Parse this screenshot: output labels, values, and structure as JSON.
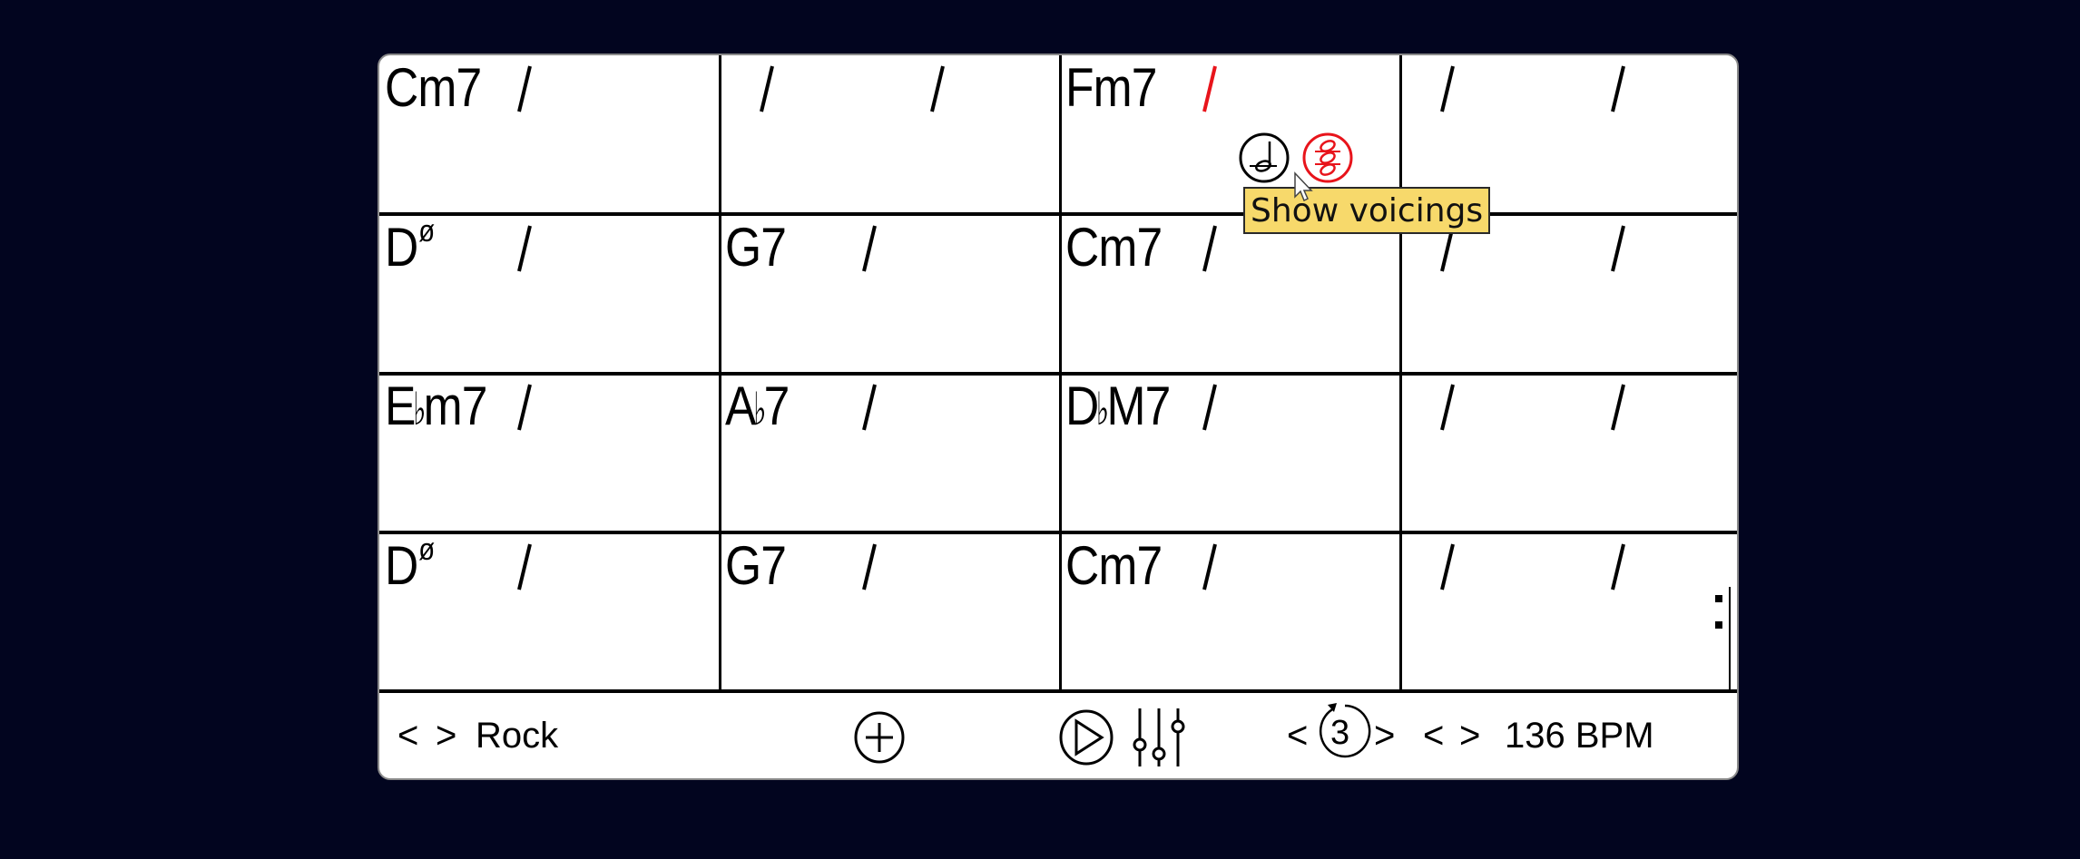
{
  "chart": {
    "rows": [
      {
        "bars": [
          {
            "beats": [
              {
                "type": "chord",
                "root": "C",
                "accidental": "",
                "quality": "m7"
              },
              {
                "type": "slash"
              }
            ]
          },
          {
            "beats": [
              {
                "type": "slash"
              },
              {
                "type": "slash"
              }
            ]
          },
          {
            "beats": [
              {
                "type": "chord",
                "root": "F",
                "accidental": "",
                "quality": "m7"
              },
              {
                "type": "slash",
                "highlighted": true
              }
            ]
          },
          {
            "beats": [
              {
                "type": "slash"
              },
              {
                "type": "slash"
              }
            ]
          }
        ]
      },
      {
        "bars": [
          {
            "beats": [
              {
                "type": "chord",
                "root": "D",
                "accidental": "",
                "quality": "",
                "superscript": "ø"
              },
              {
                "type": "slash"
              }
            ]
          },
          {
            "beats": [
              {
                "type": "chord",
                "root": "G",
                "accidental": "",
                "quality": "7"
              },
              {
                "type": "slash"
              }
            ]
          },
          {
            "beats": [
              {
                "type": "chord",
                "root": "C",
                "accidental": "",
                "quality": "m7"
              },
              {
                "type": "slash"
              }
            ]
          },
          {
            "beats": [
              {
                "type": "slash"
              },
              {
                "type": "slash"
              }
            ]
          }
        ]
      },
      {
        "bars": [
          {
            "beats": [
              {
                "type": "chord",
                "root": "E",
                "accidental": "♭",
                "quality": "m7"
              },
              {
                "type": "slash"
              }
            ]
          },
          {
            "beats": [
              {
                "type": "chord",
                "root": "A",
                "accidental": "♭",
                "quality": "7"
              },
              {
                "type": "slash"
              }
            ]
          },
          {
            "beats": [
              {
                "type": "chord",
                "root": "D",
                "accidental": "♭",
                "quality": "M7"
              },
              {
                "type": "slash"
              }
            ]
          },
          {
            "beats": [
              {
                "type": "slash"
              },
              {
                "type": "slash"
              }
            ]
          }
        ]
      },
      {
        "bars": [
          {
            "beats": [
              {
                "type": "chord",
                "root": "D",
                "accidental": "",
                "quality": "",
                "superscript": "ø"
              },
              {
                "type": "slash"
              }
            ]
          },
          {
            "beats": [
              {
                "type": "chord",
                "root": "G",
                "accidental": "",
                "quality": "7"
              },
              {
                "type": "slash"
              }
            ]
          },
          {
            "beats": [
              {
                "type": "chord",
                "root": "C",
                "accidental": "",
                "quality": "m7"
              },
              {
                "type": "slash"
              }
            ]
          },
          {
            "beats": [
              {
                "type": "slash"
              },
              {
                "type": "slash"
              }
            ],
            "repeat_end": true
          }
        ]
      }
    ],
    "chord_labels": {
      "r0b0": "Cm7",
      "r0b2": "Fm7",
      "r1b0_root": "D",
      "r1b0_sup": "ø",
      "r1b1": "G7",
      "r1b2": "Cm7",
      "r2b0_root": "E",
      "r2b0_acc": "♭",
      "r2b0_q": "m7",
      "r2b1_root": "A",
      "r2b1_acc": "♭",
      "r2b1_q": "7",
      "r2b2_root": "D",
      "r2b2_acc": "♭",
      "r2b2_q": "M7",
      "r3b0_root": "D",
      "r3b0_sup": "ø",
      "r3b1": "G7",
      "r3b2": "Cm7"
    },
    "slash_color": "#000000",
    "highlight_color": "#e8141b"
  },
  "popover": {
    "note_icon": "half-note-icon",
    "voicings_icon": "voicings-icon",
    "tooltip": "Show voicings",
    "tooltip_bg": "#f7d96b"
  },
  "toolbar": {
    "style_prev": "<",
    "style_next": ">",
    "style_name": "Rock",
    "add_icon": "plus-circle-icon",
    "play_icon": "play-icon",
    "mixer_icon": "mixer-sliders-icon",
    "loop_prev": "<",
    "loop_count": "3",
    "loop_next": ">",
    "tempo_prev": "<",
    "tempo_next": ">",
    "tempo": "136 BPM"
  },
  "colors": {
    "background": "#02051f",
    "sheet": "#ffffff",
    "accent_red": "#e8141b"
  }
}
